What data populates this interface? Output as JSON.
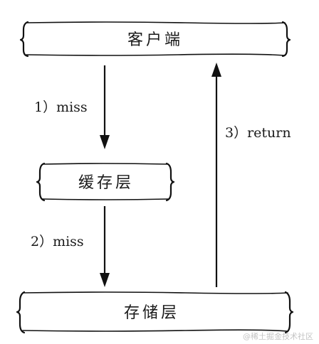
{
  "nodes": {
    "client": {
      "label": "客户端"
    },
    "cache": {
      "label": "缓存层"
    },
    "storage": {
      "label": "存储层"
    }
  },
  "edges": {
    "client_to_cache": {
      "label": "1）miss"
    },
    "cache_to_storage": {
      "label": "2）miss"
    },
    "storage_to_client": {
      "label": "3）return"
    }
  },
  "watermark": {
    "text": "@稀土掘金技术社区"
  },
  "colors": {
    "stroke": "#111111",
    "text": "#1a1a1a",
    "watermark": "#c4c4c4"
  }
}
